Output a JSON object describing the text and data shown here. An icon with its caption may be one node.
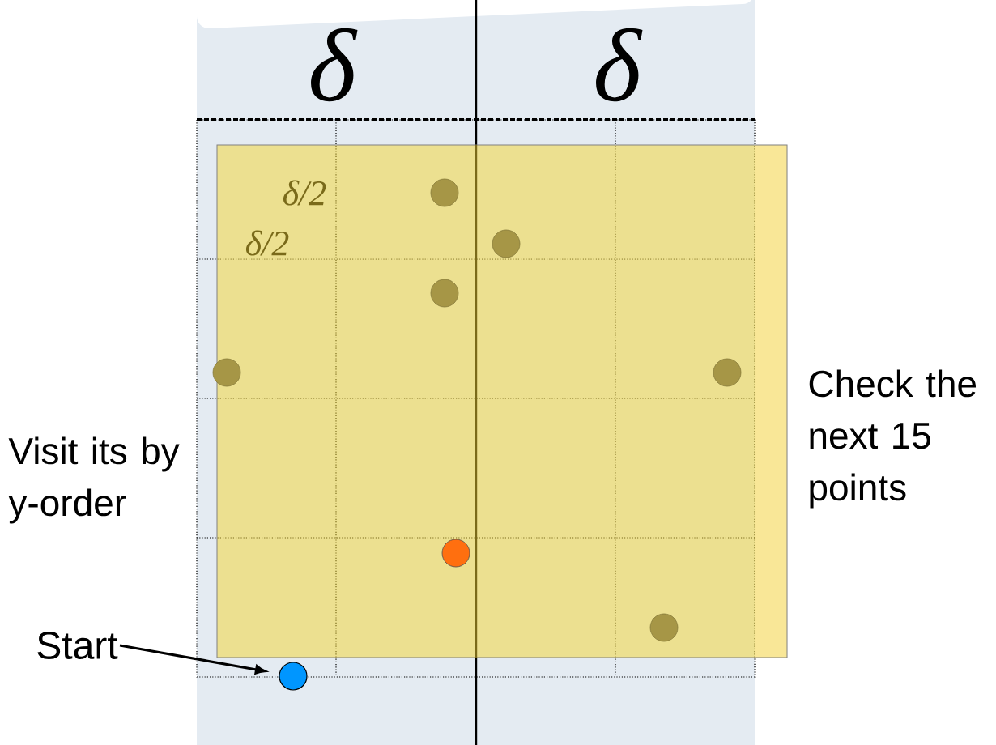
{
  "diagram": {
    "nodes": [
      {
        "text": [
          "Start"
        ]
      },
      {
        "text": [],
        "shape": "circle"
      }
    ],
    "edges": [
      {
        "from": 0,
        "to": 1,
        "arrow": "to"
      }
    ],
    "labels": [
      "δ",
      "δ",
      "δ/2",
      "δ/2",
      "Visit its by y-order",
      "Check the next 15 points"
    ]
  }
}
